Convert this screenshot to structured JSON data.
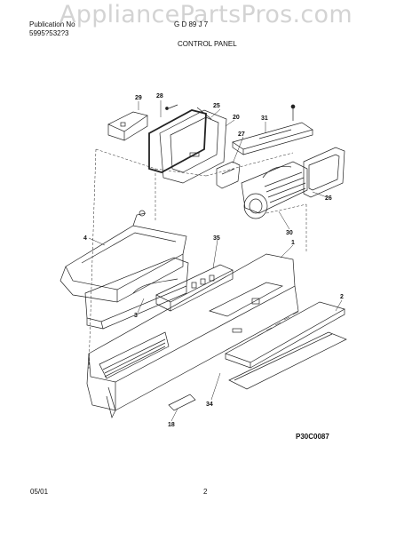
{
  "watermark": "AppliancePartsPros.com",
  "header": {
    "publication_label": "Publication No",
    "publication_no": "5995?532?3",
    "model_fragment": "G D 89 J 7",
    "section_title": "CONTROL PANEL"
  },
  "diagram": {
    "parts": [
      "29",
      "28",
      "25",
      "20",
      "31",
      "27",
      "26",
      "30",
      "4",
      "35",
      "1",
      "3",
      "2",
      "34",
      "18"
    ],
    "figure_code": "P30C0087"
  },
  "footer": {
    "date": "05/01",
    "page": "2"
  },
  "colors": {
    "line": "#222222",
    "watermark": "#969696"
  }
}
